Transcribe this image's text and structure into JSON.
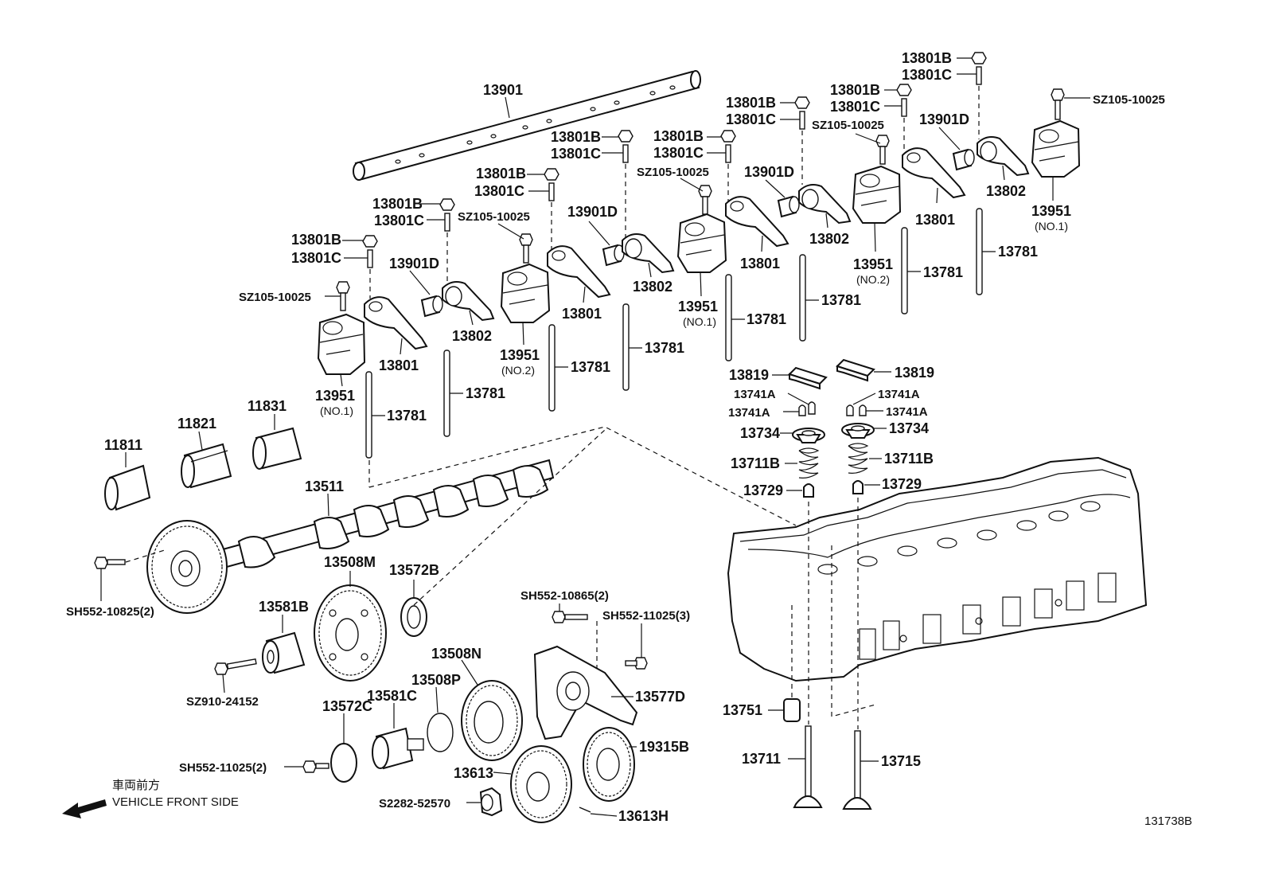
{
  "diagram": {
    "catalog_number": "131738B",
    "direction": {
      "japanese": "車両前方",
      "english": "VEHICLE FRONT SIDE"
    },
    "labels": {
      "p13901": "13901",
      "p13801b_1": "13801B",
      "p13801c_1": "13801C",
      "p13801b_2": "13801B",
      "p13801c_2": "13801C",
      "p13801b_3": "13801B",
      "p13801c_3": "13801C",
      "p13801b_4": "13801B",
      "p13801c_4": "13801C",
      "p13801b_5": "13801B",
      "p13801c_5": "13801C",
      "p13801b_6": "13801B",
      "p13801c_6": "13801C",
      "p13801b_7": "13801B",
      "p13801c_7": "13801C",
      "p13801b_8": "13801B",
      "p13801c_8": "13801C",
      "sz105_1": "SZ105-10025",
      "sz105_2": "SZ105-10025",
      "sz105_3": "SZ105-10025",
      "sz105_4": "SZ105-10025",
      "sz105_5": "SZ105-10025",
      "p13901d_1": "13901D",
      "p13901d_2": "13901D",
      "p13901d_3": "13901D",
      "p13901d_4": "13901D",
      "p13802_1": "13802",
      "p13802_2": "13802",
      "p13802_3": "13802",
      "p13802_4": "13802",
      "p13801_1": "13801",
      "p13801_2": "13801",
      "p13801_3": "13801",
      "p13801_4": "13801",
      "p13951_1": "13951",
      "p13951_2": "13951",
      "p13951_3": "13951",
      "p13951_4": "13951",
      "p13951_5": "13951",
      "no1": "(NO.1)",
      "no2": "(NO.2)",
      "p13781_1": "13781",
      "p13781_2": "13781",
      "p13781_3": "13781",
      "p13781_4": "13781",
      "p13781_5": "13781",
      "p13781_6": "13781",
      "p13781_7": "13781",
      "p13781_8": "13781",
      "p11811": "11811",
      "p11821": "11821",
      "p11831": "11831",
      "p13511": "13511",
      "sh552_10825": "SH552-10825(2)",
      "p13508m": "13508M",
      "p13572b": "13572B",
      "p13581b": "13581B",
      "sz910": "SZ910-24152",
      "sh552_10865": "SH552-10865(2)",
      "sh552_11025_3": "SH552-11025(3)",
      "p13508n": "13508N",
      "p13508p": "13508P",
      "p13581c": "13581C",
      "p13572c": "13572C",
      "p13577d": "13577D",
      "sh552_11025_2": "SH552-11025(2)",
      "p13613": "13613",
      "p19315b": "19315B",
      "s2282": "S2282-52570",
      "p13613h": "13613H",
      "p13819_1": "13819",
      "p13819_2": "13819",
      "p13741a_1": "13741A",
      "p13741a_2": "13741A",
      "p13741a_3": "13741A",
      "p13741a_4": "13741A",
      "p13734_1": "13734",
      "p13734_2": "13734",
      "p13711b_1": "13711B",
      "p13711b_2": "13711B",
      "p13729_1": "13729",
      "p13729_2": "13729",
      "p13751": "13751",
      "p13711": "13711",
      "p13715": "13715"
    }
  }
}
